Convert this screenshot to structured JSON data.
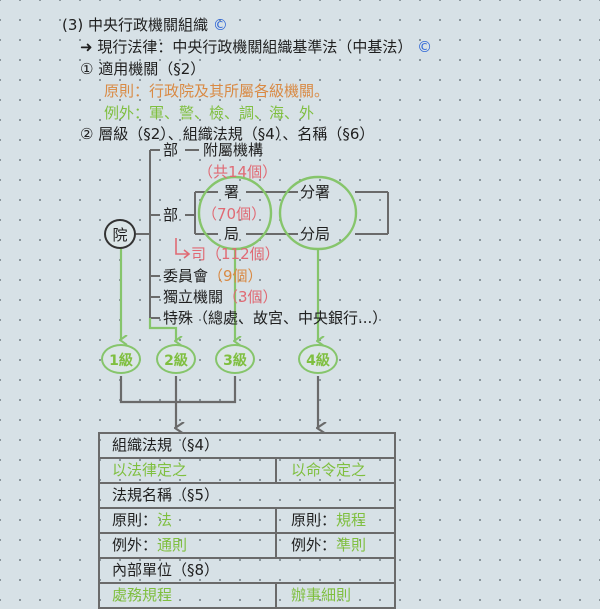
{
  "heading": {
    "num": "(3)",
    "title": "中央行政機關組織",
    "mark": "©"
  },
  "law": {
    "arrow": "➜",
    "label": "現行法律：中央行政機關組織基準法（中基法）",
    "mark": "©"
  },
  "item1": {
    "num": "①",
    "label": "適用機關（§2）",
    "principle": "原則：行政院及其所屬各級機關。",
    "exception": "例外：軍、警、檢、調、海、外"
  },
  "item2": {
    "num": "②",
    "label": "層級（§2）、組織法規（§4）、名稱（§6）"
  },
  "tree": {
    "root": "院",
    "bu1": "部",
    "fushu": "附屬機構",
    "fushu_count": "（共14個）",
    "bu2": "部",
    "shu": "署",
    "shu_count": "（70個）",
    "ju": "局",
    "fenshu": "分署",
    "fenju": "分局",
    "si": "司（112個）",
    "si_arrow": "↳",
    "weiyuanhui": "委員會",
    "weiyuanhui_count": "（9個）",
    "duli": "獨立機關",
    "duli_count": "（3個）",
    "teshu": "特殊（總處、故宮、中央銀行...）"
  },
  "levels": [
    "1級",
    "2級",
    "3級",
    "4級"
  ],
  "table": {
    "row1": "組織法規（§4）",
    "row2_left": "以法律定之",
    "row2_right": "以命令定之",
    "row3": "法規名稱（§5）",
    "row4_left_prefix": "原則：",
    "row4_left_value": "法",
    "row4_right_prefix": "原則：",
    "row4_right_value": "規程",
    "row5_left_prefix": "例外：",
    "row5_left_value": "通則",
    "row5_right_prefix": "例外：",
    "row5_right_value": "準則",
    "row6": "內部單位（§8）",
    "row7_left": "處務規程",
    "row7_right": "辦事細則"
  },
  "colors": {
    "green": "#7fbf3f",
    "orange": "#d98a44",
    "pink": "#e06a74",
    "blue": "#2e66d6",
    "gray_line": "#6a6a6a"
  }
}
